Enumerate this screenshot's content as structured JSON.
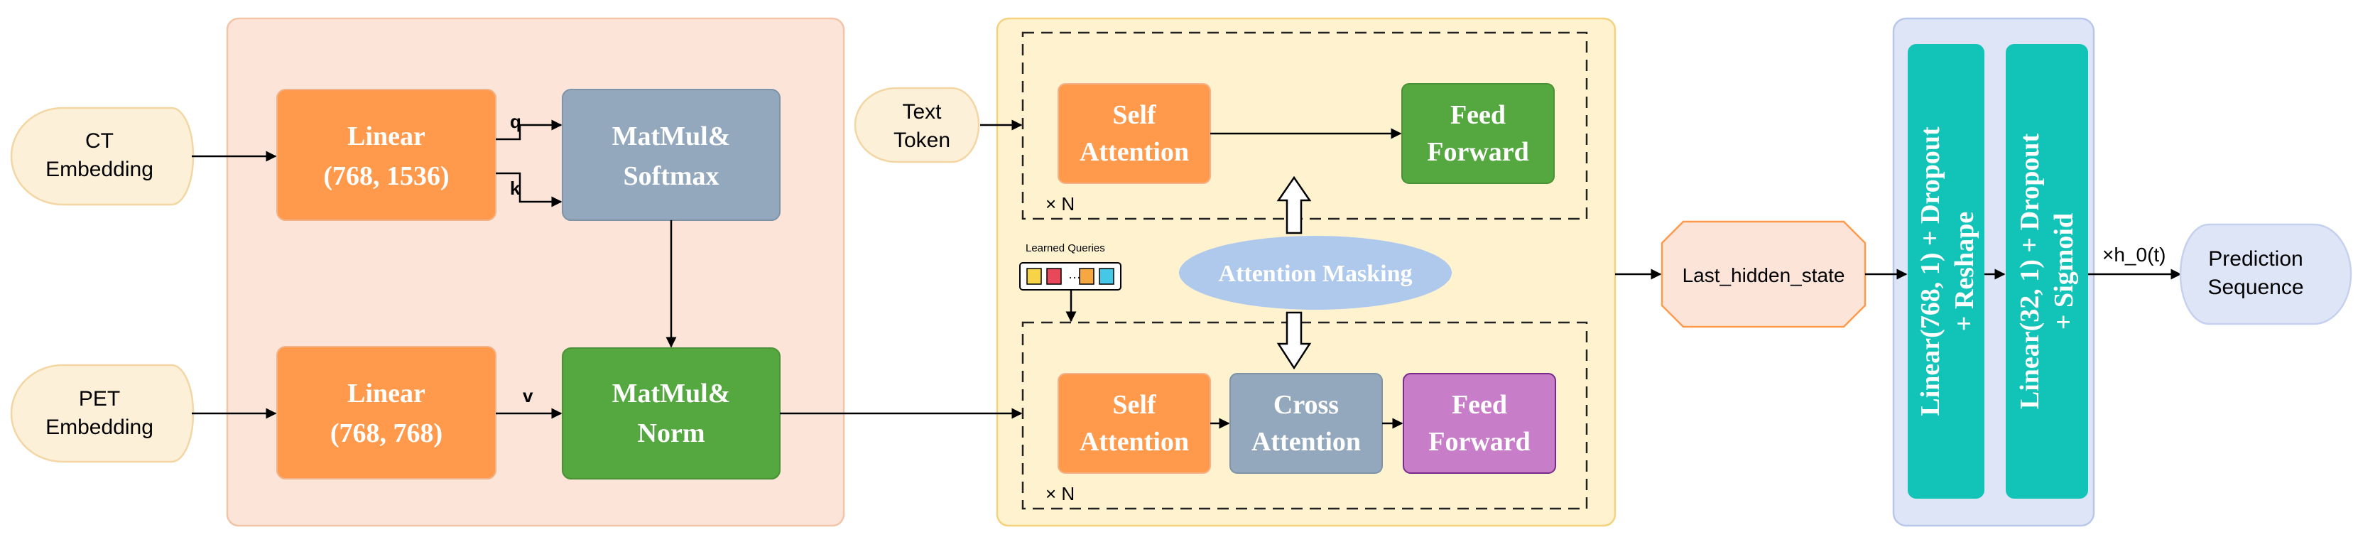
{
  "inputs": {
    "ct": [
      "CT",
      "Embedding"
    ],
    "pet": [
      "PET",
      "Embedding"
    ],
    "text": [
      "Text",
      "Token"
    ]
  },
  "fusion": {
    "linear_qk": [
      "Linear",
      "(768, 1536)"
    ],
    "linear_v": [
      "Linear",
      "(768, 768)"
    ],
    "matmul_softmax": [
      "MatMul&",
      "Softmax"
    ],
    "matmul_norm": [
      "MatMul&",
      "Norm"
    ],
    "label_q": "q",
    "label_k": "k",
    "label_v": "v"
  },
  "qformer": {
    "top_self_attention": [
      "Self",
      "Attention"
    ],
    "top_feed_forward": [
      "Feed",
      "Forward"
    ],
    "top_repeat": "× N",
    "attention_masking": "Attention Masking",
    "learned_queries": "Learned Queries",
    "bottom_self_attention": [
      "Self",
      "Attention"
    ],
    "cross_attention": [
      "Cross",
      "Attention"
    ],
    "bottom_feed_forward": [
      "Feed",
      "Forward"
    ],
    "bottom_repeat": "× N"
  },
  "output": {
    "last_hidden_state": "Last_hidden_state",
    "head1": [
      "Linear(768, 1) + Dropout",
      "+ Reshape"
    ],
    "head2": [
      "Linear(32, 1) + Dropout",
      "+ Sigmoid"
    ],
    "edge_label": "×h_0(t)",
    "prediction": [
      "Prediction",
      "Sequence"
    ]
  },
  "colors": {
    "orange": "#FF9A4C",
    "gray_blue": "#93A8BD",
    "green": "#55A83F",
    "purple": "#C77DC8",
    "teal": "#12C3B7",
    "input_fill": "#FDF0D9",
    "panel_peach": "#FCE5D8",
    "panel_yellow": "#FFF2CF",
    "panel_blue": "#DDE5F6",
    "ellipse": "#AEC9EC"
  }
}
